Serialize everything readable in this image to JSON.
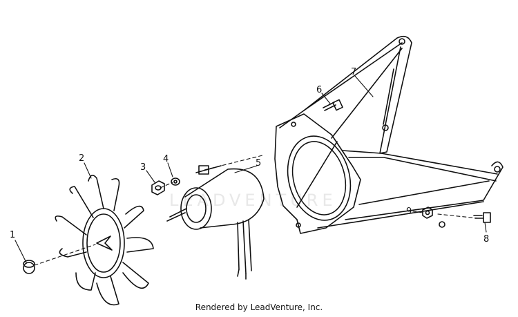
{
  "footer": {
    "credit": "Rendered by LeadVenture, Inc."
  },
  "watermark": {
    "text": "LEADVENTURE"
  },
  "callouts": [
    {
      "id": "1",
      "text": "1"
    },
    {
      "id": "2",
      "text": "2"
    },
    {
      "id": "3",
      "text": "3"
    },
    {
      "id": "4",
      "text": "4"
    },
    {
      "id": "5",
      "text": "5"
    },
    {
      "id": "6",
      "text": "6"
    },
    {
      "id": "7",
      "text": "7"
    },
    {
      "id": "8",
      "text": "8"
    },
    {
      "id": "9",
      "text": "9"
    }
  ],
  "colors": {
    "line": "#111111",
    "watermark": "#e8e8e8"
  }
}
